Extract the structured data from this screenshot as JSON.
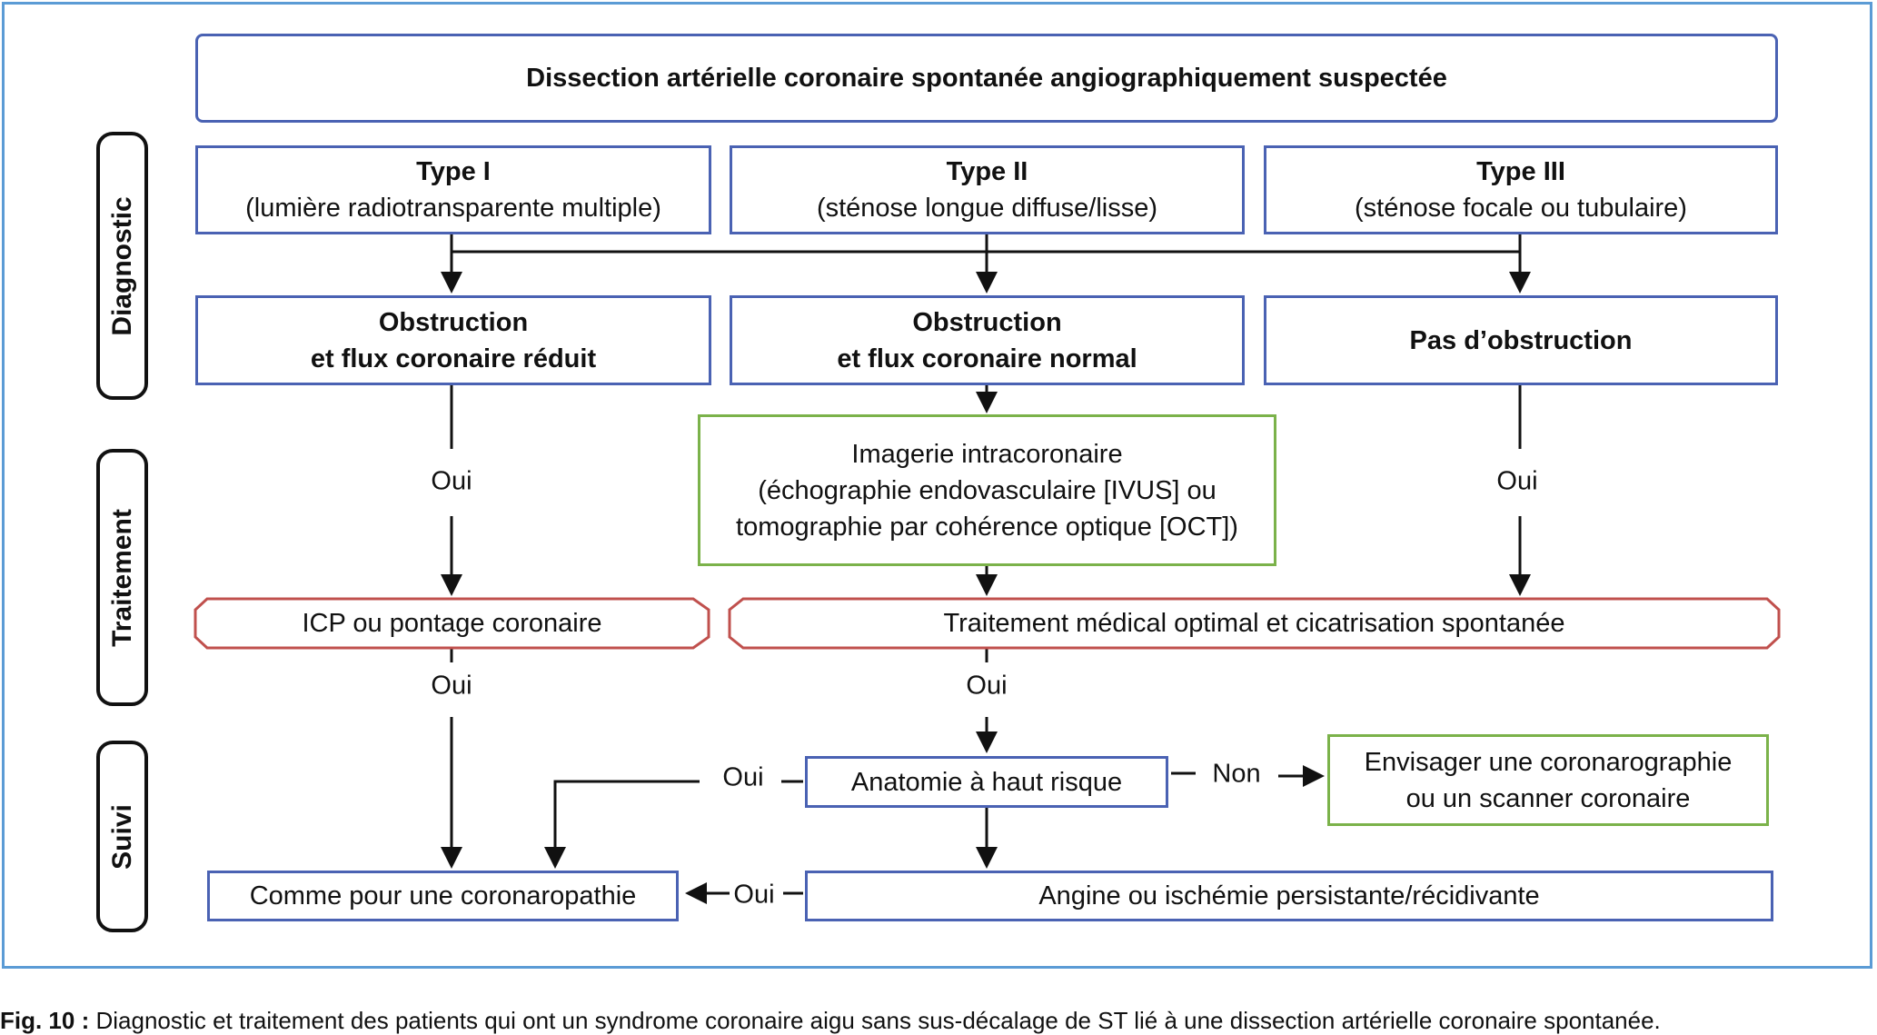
{
  "title_box": "Dissection artérielle coronaire spontanée angiographiquement suspectée",
  "side_labels": {
    "diagnostic": "Diagnostic",
    "traitement": "Traitement",
    "suivi": "Suivi"
  },
  "types": [
    {
      "name": "Type I",
      "desc": "(lumière radiotransparente multiple)"
    },
    {
      "name": "Type II",
      "desc": "(sténose longue diffuse/lisse)"
    },
    {
      "name": "Type III",
      "desc": "(sténose focale ou tubulaire)"
    }
  ],
  "obstruction": [
    {
      "line1": "Obstruction",
      "line2": "et flux coronaire réduit"
    },
    {
      "line1": "Obstruction",
      "line2": "et flux coronaire normal"
    },
    {
      "line1": "Pas d’obstruction"
    }
  ],
  "imaging": {
    "line1": "Imagerie intracoronaire",
    "line2": "(échographie endovasculaire [IVUS] ou",
    "line3": "tomographie par cohérence optique [OCT])"
  },
  "treatment": {
    "icp": "ICP ou pontage coronaire",
    "medical": "Traitement médical optimal et cicatrisation spontanée"
  },
  "followup": {
    "anatomy": "Anatomie à haut risque",
    "consider_line1": "Envisager une coronarographie",
    "consider_line2": "ou un scanner coronaire",
    "like_cad": "Comme pour une coronaropathie",
    "angina": "Angine ou ischémie persistante/récidivante"
  },
  "edge_labels": {
    "yes": "Oui",
    "no": "Non"
  },
  "caption": {
    "label": "Fig. 10 :",
    "text": " Diagnostic et traitement des patients qui ont un syndrome coronaire aigu sans sus-décalage de ST lié à une dissection artérielle coronaire spontanée."
  },
  "colors": {
    "frame": "#5b9bd5",
    "blue_box": "#4a62b3",
    "green_box": "#7bb24a",
    "red_box": "#c0504d"
  }
}
